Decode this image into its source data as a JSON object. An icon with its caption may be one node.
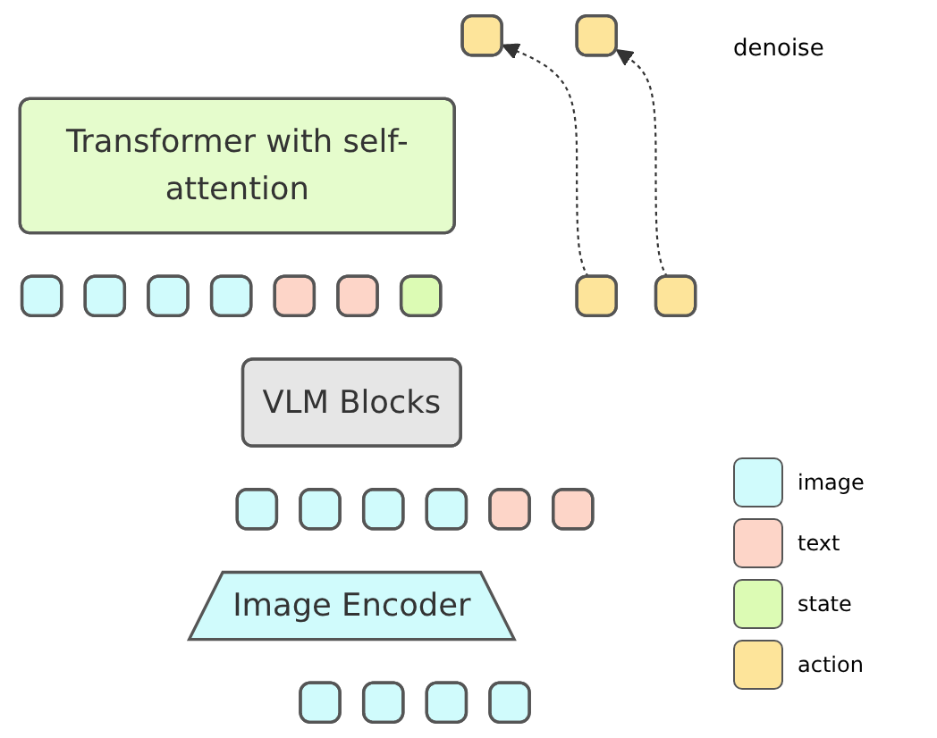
{
  "diagram": {
    "nodes": [
      {
        "text": [],
        "shape": "box"
      },
      {
        "text": [],
        "shape": "box"
      },
      {
        "text": [
          "Transformer with self-attention"
        ]
      },
      {
        "text": [],
        "shape": "box"
      },
      {
        "text": [],
        "shape": "box"
      },
      {
        "text": [],
        "shape": "box"
      },
      {
        "text": [],
        "shape": "box"
      },
      {
        "text": [],
        "shape": "box"
      },
      {
        "text": [],
        "shape": "box"
      },
      {
        "text": [],
        "shape": "box"
      },
      {
        "text": [],
        "shape": "box"
      },
      {
        "text": [],
        "shape": "box"
      },
      {
        "text": [
          "VLM Blocks"
        ]
      },
      {
        "text": [],
        "shape": "box"
      },
      {
        "text": [],
        "shape": "box"
      },
      {
        "text": [],
        "shape": "box"
      },
      {
        "text": [],
        "shape": "box"
      },
      {
        "text": [],
        "shape": "box"
      },
      {
        "text": [],
        "shape": "box"
      },
      {
        "text": [
          "Image Encoder"
        ]
      },
      {
        "text": [],
        "shape": "box"
      },
      {
        "text": [],
        "shape": "box"
      },
      {
        "text": [],
        "shape": "box"
      },
      {
        "text": [],
        "shape": "box"
      }
    ],
    "edges": [
      {
        "from": 10,
        "to": 0,
        "arrow": "to",
        "style": "dashed"
      },
      {
        "from": 11,
        "to": 1,
        "arrow": "to",
        "style": "dashed"
      }
    ],
    "labels": [
      "denoise"
    ],
    "legend": [
      {
        "text": "image",
        "color": "#d0fbfc"
      },
      {
        "text": "text",
        "color": "#fdd5c8"
      },
      {
        "text": "state",
        "color": "#dcfbb4"
      },
      {
        "text": "action",
        "color": "#fde49a"
      }
    ]
  }
}
